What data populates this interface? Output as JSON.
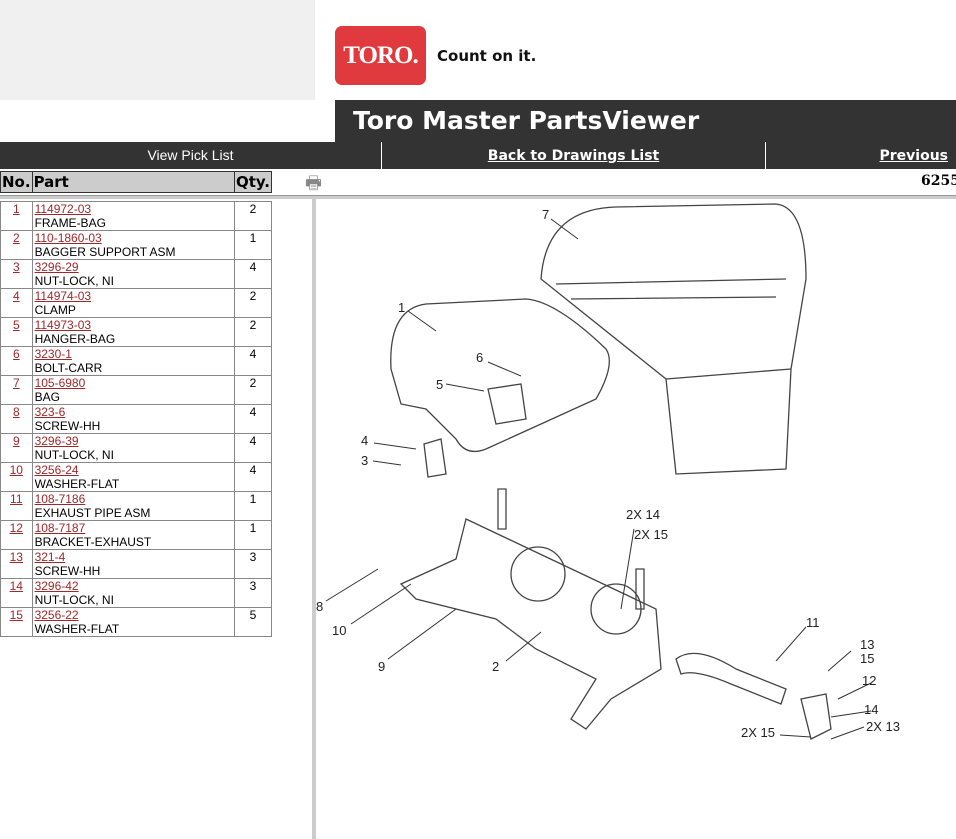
{
  "header": {
    "logo_text": "TORO.",
    "tagline": "Count on it.",
    "title": "Toro Master PartsViewer"
  },
  "nav": {
    "pick_list": "View Pick List",
    "back": "Back to Drawings List",
    "previous": "Previous"
  },
  "page_number": "6255",
  "icons": {
    "printer": "printer-icon"
  },
  "table": {
    "headers": {
      "no": "No.",
      "part": "Part",
      "qty": "Qty."
    },
    "rows": [
      {
        "no": "1",
        "part": "114972-03",
        "desc": "FRAME-BAG",
        "qty": "2"
      },
      {
        "no": "2",
        "part": "110-1860-03",
        "desc": "BAGGER SUPPORT ASM",
        "qty": "1"
      },
      {
        "no": "3",
        "part": "3296-29",
        "desc": "NUT-LOCK, NI",
        "qty": "4"
      },
      {
        "no": "4",
        "part": "114974-03",
        "desc": "CLAMP",
        "qty": "2"
      },
      {
        "no": "5",
        "part": "114973-03",
        "desc": "HANGER-BAG",
        "qty": "2"
      },
      {
        "no": "6",
        "part": "3230-1",
        "desc": "BOLT-CARR",
        "qty": "4"
      },
      {
        "no": "7",
        "part": "105-6980",
        "desc": "BAG",
        "qty": "2"
      },
      {
        "no": "8",
        "part": "323-6",
        "desc": "SCREW-HH",
        "qty": "4"
      },
      {
        "no": "9",
        "part": "3296-39",
        "desc": "NUT-LOCK, NI",
        "qty": "4"
      },
      {
        "no": "10",
        "part": "3256-24",
        "desc": "WASHER-FLAT",
        "qty": "4"
      },
      {
        "no": "11",
        "part": "108-7186",
        "desc": "EXHAUST PIPE ASM",
        "qty": "1"
      },
      {
        "no": "12",
        "part": "108-7187",
        "desc": "BRACKET-EXHAUST",
        "qty": "1"
      },
      {
        "no": "13",
        "part": "321-4",
        "desc": "SCREW-HH",
        "qty": "3"
      },
      {
        "no": "14",
        "part": "3296-42",
        "desc": "NUT-LOCK, NI",
        "qty": "3"
      },
      {
        "no": "15",
        "part": "3256-22",
        "desc": "WASHER-FLAT",
        "qty": "5"
      }
    ]
  },
  "diagram": {
    "callouts": [
      "7",
      "1",
      "6",
      "5",
      "4",
      "3",
      "2X 14",
      "2X 15",
      "8",
      "10",
      "9",
      "2",
      "11",
      "13",
      "15",
      "12",
      "14",
      "2X 15",
      "2X 13"
    ]
  }
}
